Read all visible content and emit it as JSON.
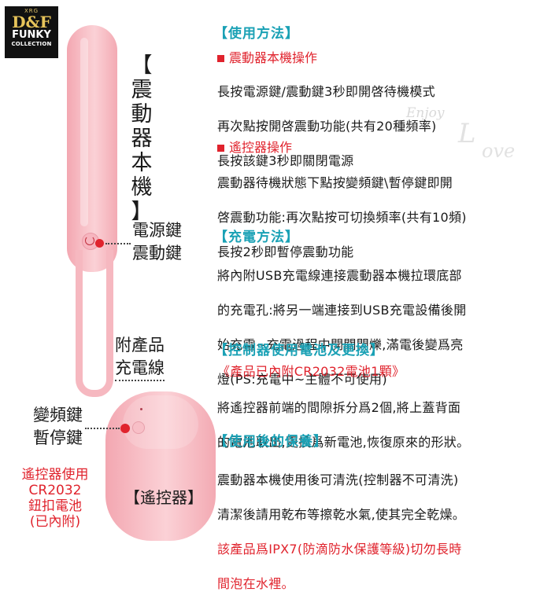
{
  "brand": {
    "top": "XRG",
    "name": "D&F",
    "funky": "FUNKY",
    "collection": "COLLECTION"
  },
  "vertical_label": [
    "【",
    "震",
    "動",
    "器",
    "本",
    "機",
    "】"
  ],
  "callouts": {
    "power_1": "電源鍵",
    "power_2": "震動鍵",
    "accessory_1": "附產品",
    "accessory_2": "充電線",
    "remote_btn_1": "變頻鍵",
    "remote_btn_2": "暫停鍵",
    "remote_label": "【遙控器】",
    "battery": [
      "遙控器使用",
      "CR2032",
      "鈕扣電池",
      "(已內附)"
    ]
  },
  "watermark": {
    "enjoy": "Enjoy",
    "l": "L",
    "love": "ove"
  },
  "sections": [
    {
      "title": "【使用方法】"
    },
    {
      "title": "【充電方法】"
    },
    {
      "title": "【控制器使用電池及更換】"
    },
    {
      "title": "【使用後的保養】"
    }
  ],
  "usage": {
    "device_sub": "震動器本機操作",
    "device_lines": [
      "長按電源鍵/震動鍵3秒即開啓待機模式",
      "再次點按開啓震動功能(共有20種頻率)",
      "長按該鍵3秒即關閉電源"
    ],
    "remote_sub": "遙控器操作",
    "remote_lines": [
      "震動器待機狀態下點按變頻鍵\\暫停鍵即開",
      "啓震動功能:再次點按可切換頻率(共有10頻)",
      "長按2秒即暫停震動功能"
    ]
  },
  "charging_lines": [
    "將內附USB充電線連接震動器本機拉環底部",
    "的充電孔:將另一端連接到USB充電設備後開",
    "始充電~充電過程中開關閃爍,滿電後變爲亮",
    "燈(PS:充電中~主體不可使用)"
  ],
  "battery_section": {
    "note": "《產品已內附CR2032電池1顆》",
    "lines": [
      "將遙控器前端的間隙拆分爲2個,將上蓋背面",
      "的電池取出,更換爲新電池,恢復原來的形狀。"
    ]
  },
  "care": {
    "lines": [
      "震動器本機使用後可清洗(控制器不可清洗)",
      "清潔後請用乾布等擦乾水氣,使其完全乾燥。"
    ],
    "red_lines": [
      "該產品爲IPX7(防滴防水保護等級)切勿長時",
      "間泡在水裡。"
    ]
  },
  "colors": {
    "accent": "#1aa1b5",
    "red": "#e0232d",
    "pink": "#f8c2c9"
  }
}
